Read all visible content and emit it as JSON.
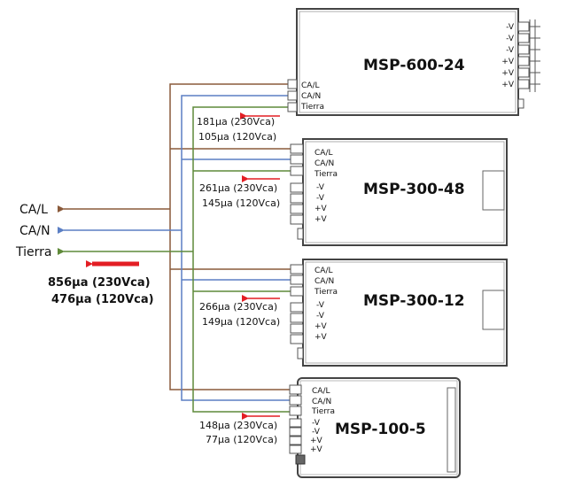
{
  "colors": {
    "live": "#8a5a3a",
    "neutral": "#5b7fc4",
    "earth": "#5f8a3a",
    "arrow": "#e31e24",
    "outline": "#444444"
  },
  "mains": {
    "live": "CA/L",
    "neutral": "CA/N",
    "earth": "Tierra",
    "leak_230": "856µa (230Vca)",
    "leak_120": "476µa (120Vca)"
  },
  "units": [
    {
      "model": "MSP-600-24",
      "in_labels": [
        "CA/L",
        "CA/N",
        "Tierra"
      ],
      "out_labels": [
        "-V",
        "-V",
        "-V",
        "+V",
        "+V",
        "+V"
      ],
      "leak_230": "181µa (230Vca)",
      "leak_120": "105µa (120Vca)"
    },
    {
      "model": "MSP-300-48",
      "in_labels": [
        "CA/L",
        "CA/N",
        "Tierra"
      ],
      "out_labels": [
        "-V",
        "-V",
        "+V",
        "+V"
      ],
      "leak_230": "261µa (230Vca)",
      "leak_120": "145µa (120Vca)"
    },
    {
      "model": "MSP-300-12",
      "in_labels": [
        "CA/L",
        "CA/N",
        "Tierra"
      ],
      "out_labels": [
        "-V",
        "-V",
        "+V",
        "+V"
      ],
      "leak_230": "266µa (230Vca)",
      "leak_120": "149µa (120Vca)"
    },
    {
      "model": "MSP-100-5",
      "in_labels": [
        "CA/L",
        "CA/N",
        "Tierra"
      ],
      "out_labels": [
        "-V",
        "-V",
        "+V",
        "+V"
      ],
      "leak_230": "148µa (230Vca)",
      "leak_120": "77µa (120Vca)"
    }
  ]
}
